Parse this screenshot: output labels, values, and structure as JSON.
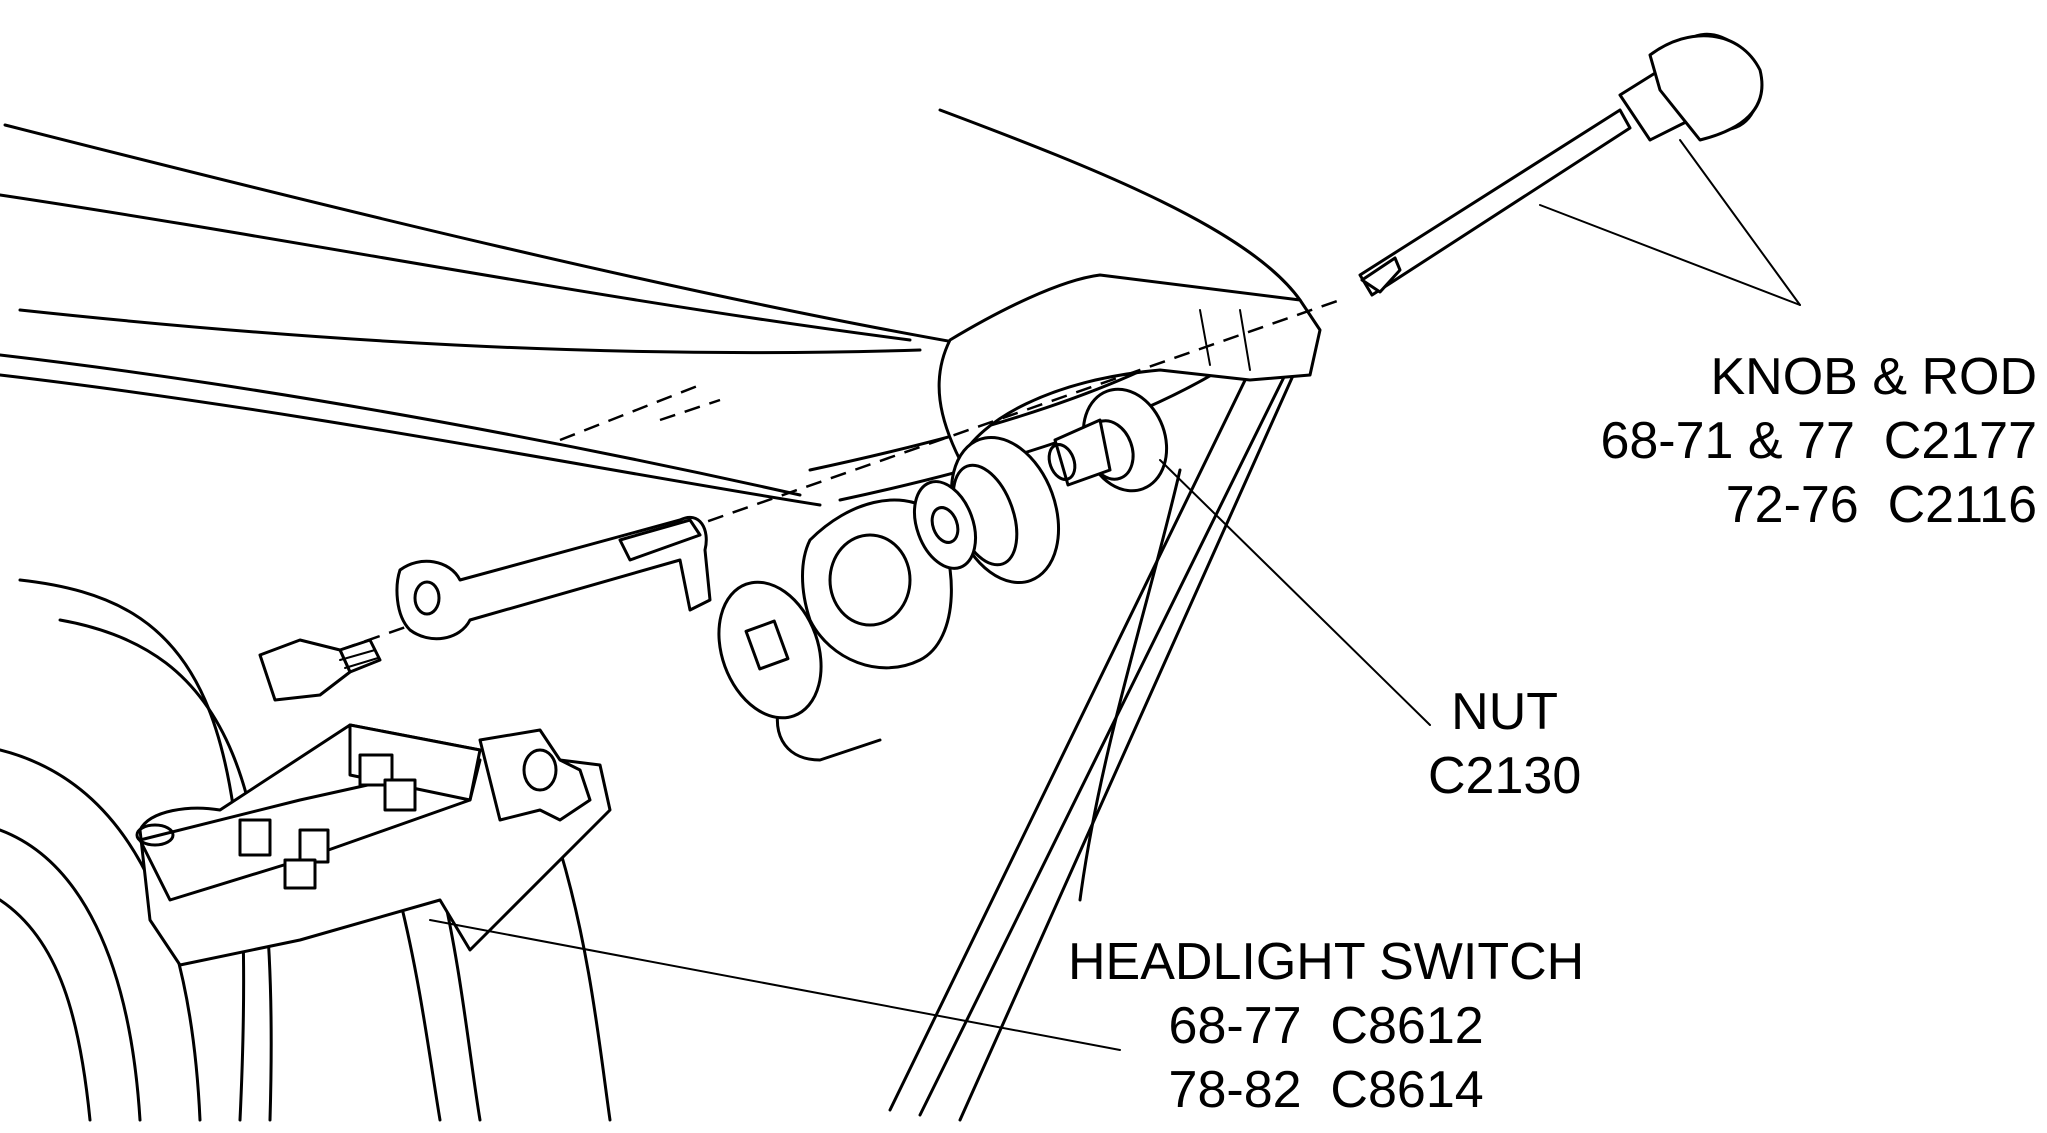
{
  "callouts": {
    "knob_rod": {
      "title": "KNOB & ROD",
      "lines": [
        "68-71 & 77  C2177",
        "72-76  C2116"
      ]
    },
    "nut": {
      "title": "NUT",
      "lines": [
        "C2130"
      ]
    },
    "headlight_switch": {
      "title": "HEADLIGHT SWITCH",
      "lines": [
        "68-77  C8612",
        "78-82  C8614"
      ]
    }
  }
}
